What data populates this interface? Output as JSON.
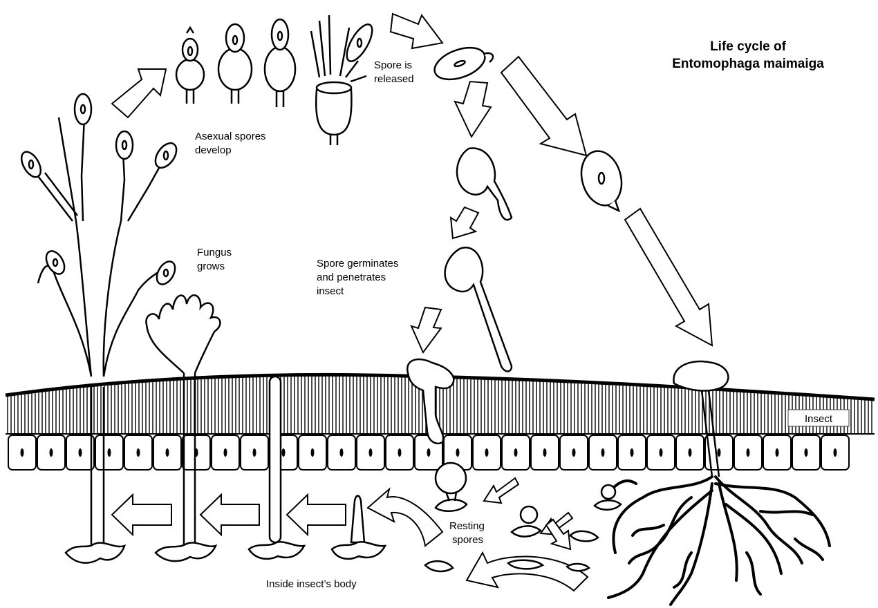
{
  "title": {
    "line1": "Life cycle of",
    "line2": "Entomophaga maimaiga"
  },
  "labels": {
    "asexual": [
      "Asexual spores",
      "develop"
    ],
    "released": [
      "Spore is",
      "released"
    ],
    "fungus": [
      "Fungus",
      "grows"
    ],
    "germinates": [
      "Spore germinates",
      "and penetrates",
      "insect"
    ],
    "insect": "Insect",
    "resting": [
      "Resting",
      "spores"
    ],
    "inside": "Inside insect’s body"
  },
  "colors": {
    "ink": "#000000",
    "paper": "#ffffff"
  }
}
